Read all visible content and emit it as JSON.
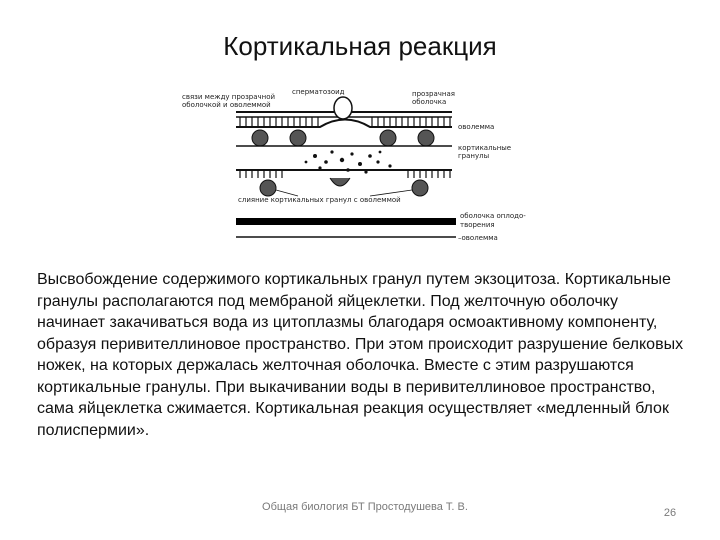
{
  "slide": {
    "title": "Кортикальная реакция",
    "diagram": {
      "labels": {
        "links": [
          "связи между прозрачной",
          "оболочкой и оволеммой"
        ],
        "sperm": "сперматозоид",
        "zona": [
          "прозрачная",
          "оболочка"
        ],
        "oolemma": "оволемма",
        "cortical": [
          "кортикальные",
          "гранулы"
        ],
        "fusion": "слияние кортикальных гранул с оволеммой",
        "fertilization_envelope": [
          "оболочка оплодо-",
          "творения"
        ],
        "oolemma_bottom": "–оволемма"
      }
    },
    "body_paragraph": "Высвобождение содержимого кортикальных гранул путем экзоцитоза. Кортикальные гранулы располагаются под мембраной яйцеклетки. Под желточную оболочку начинает закачиваться вода из цитоплазмы благодаря осмоактивному компоненту, образуя перивителлиновое пространство. При этом происходит разрушение белковых ножек, на которых держалась желточная оболочка. Вместе с этим разрушаются кортикальные гранулы. При выкачивании воды в перивителлиновое пространство, сама яйцеклетка сжимается. Кортикальная реакция осуществляет «медленный блок полиспермии».",
    "footer": "Общая биология БТ Простодушева Т. В.",
    "page_number": "26"
  }
}
